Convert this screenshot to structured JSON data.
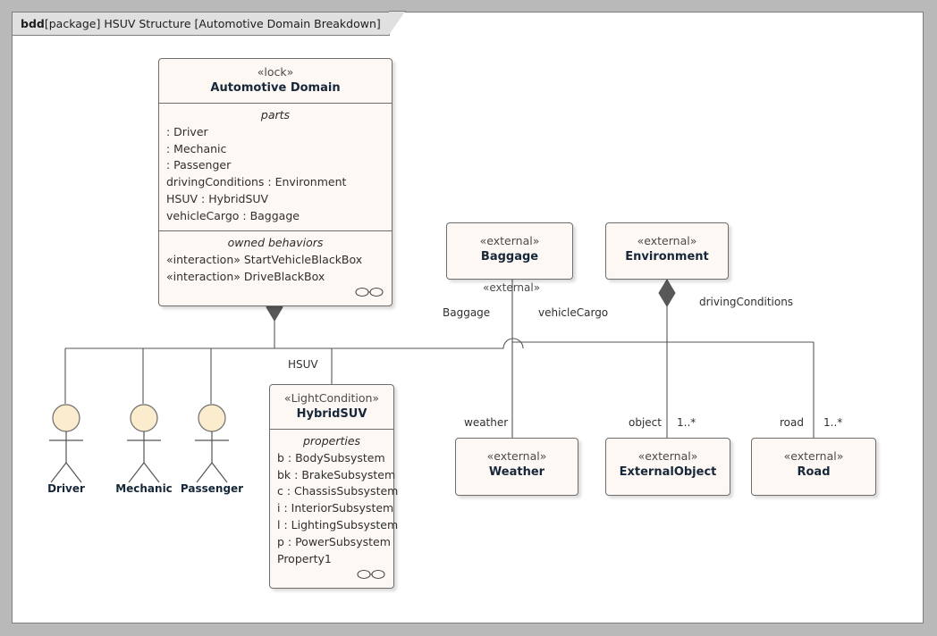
{
  "frame": {
    "kind": "bdd",
    "scope": "[package]",
    "name": "HSUV Structure",
    "diagram": "[Automotive Domain Breakdown]"
  },
  "colors": {
    "block_fill": "#fdf8f4",
    "block_border": "#6d6d6d",
    "actor_head_fill": "#fbeccd",
    "frame_tab_fill": "#e0e0e0",
    "canvas": "#ffffff",
    "page": "#b9b9b9",
    "line": "#555555",
    "diamond": "#585858"
  },
  "blocks": [
    {
      "id": "automotive-domain",
      "stereotype": "«lock»",
      "name": "Automotive Domain",
      "compartments": [
        {
          "title": "parts",
          "lines": [
            " : Driver",
            " : Mechanic",
            " : Passenger",
            "drivingConditions : Environment",
            "HSUV : HybridSUV",
            "vehicleCargo : Baggage"
          ]
        },
        {
          "title": "owned behaviors",
          "lines": [
            "«interaction» StartVehicleBlackBox",
            "«interaction» DriveBlackBox"
          ],
          "port_icon": "interface-ball-socket-icon"
        }
      ]
    },
    {
      "id": "hybridsuv",
      "stereotype": "«LightCondition»",
      "name": "HybridSUV",
      "compartments": [
        {
          "title": "properties",
          "lines": [
            "b : BodySubsystem",
            "bk : BrakeSubsystem",
            "c : ChassisSubsystem",
            "i : InteriorSubsystem",
            "l : LightingSubsystem",
            "p : PowerSubsystem",
            "Property1"
          ],
          "port_icon": "interface-ball-socket-icon"
        }
      ]
    },
    {
      "id": "baggage",
      "stereotype": "«external»",
      "name": "Baggage",
      "compartments": []
    },
    {
      "id": "environment",
      "stereotype": "«external»",
      "name": "Environment",
      "compartments": []
    },
    {
      "id": "weather",
      "stereotype": "«external»",
      "name": "Weather",
      "compartments": []
    },
    {
      "id": "externalobject",
      "stereotype": "«external»",
      "name": "ExternalObject",
      "compartments": []
    },
    {
      "id": "road",
      "stereotype": "«external»",
      "name": "Road",
      "compartments": []
    }
  ],
  "actors": [
    {
      "id": "driver",
      "label": "Driver"
    },
    {
      "id": "mechanic",
      "label": "Mechanic"
    },
    {
      "id": "passenger",
      "label": "Passenger"
    }
  ],
  "edge_labels": {
    "hsuv": "HSUV",
    "baggage_stereo": "«external»",
    "baggage_name": "Baggage",
    "vehicle_cargo": "vehicleCargo",
    "driving_conditions": "drivingConditions",
    "weather_role": "weather",
    "object_role": "object",
    "object_mult": "1..*",
    "road_role": "road",
    "road_mult": "1..*"
  }
}
